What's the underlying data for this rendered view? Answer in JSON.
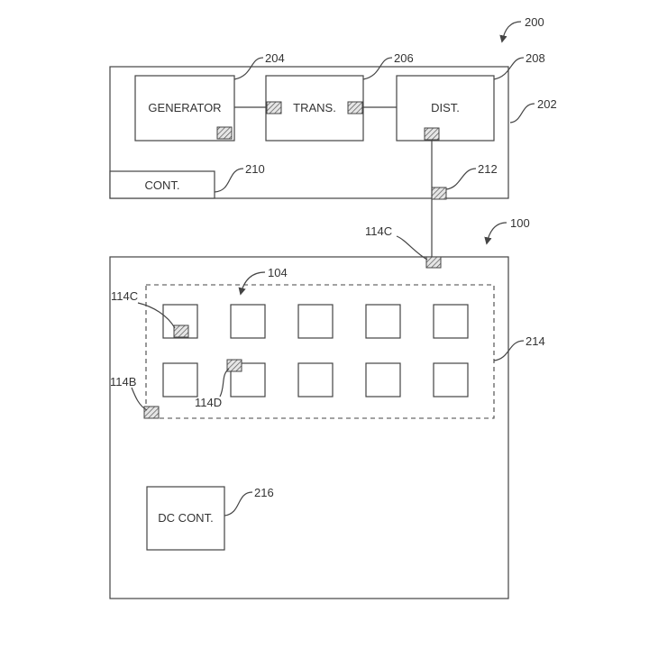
{
  "figure": {
    "ref_200": "200",
    "ref_100": "100",
    "ref_104": "104",
    "ref_202": "202",
    "ref_204": "204",
    "ref_206": "206",
    "ref_208": "208",
    "ref_210": "210",
    "ref_212": "212",
    "ref_214": "214",
    "ref_216": "216",
    "ref_114C_top": "114C",
    "ref_114C_left": "114C",
    "ref_114B": "114B",
    "ref_114D": "114D"
  },
  "blocks": {
    "generator": "GENERATOR",
    "trans": "TRANS.",
    "dist": "DIST.",
    "cont": "CONT.",
    "dc_cont": "DC CONT."
  },
  "colors": {
    "line": "#444444",
    "background": "#ffffff"
  }
}
